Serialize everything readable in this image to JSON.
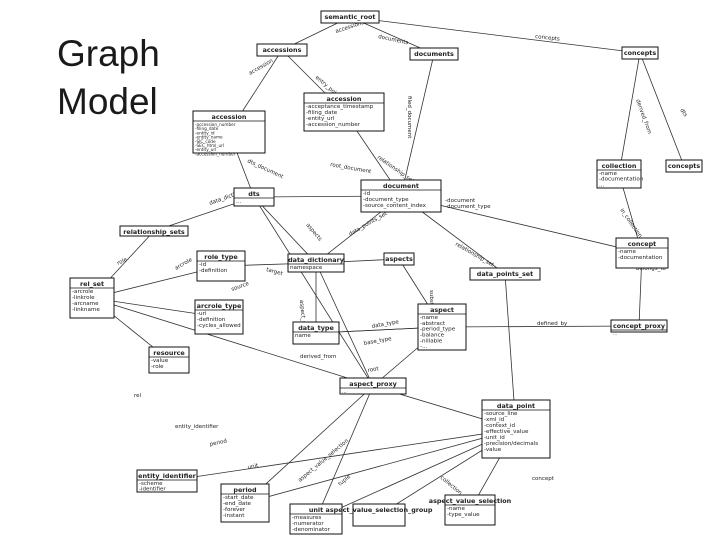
{
  "slide": {
    "title_line1": "Graph",
    "title_line2": "Model"
  },
  "boxes": [
    {
      "id": "semantic_root",
      "header": "semantic_root",
      "attrs": []
    },
    {
      "id": "accessions",
      "header": "accessions",
      "attrs": []
    },
    {
      "id": "documents",
      "header": "documents",
      "attrs": []
    },
    {
      "id": "concepts_top",
      "header": "concepts",
      "attrs": []
    },
    {
      "id": "accession1",
      "header": "accession",
      "attrs": [
        "-accession_number",
        "-filing_date",
        "-entity_id",
        "-entity_name",
        "-SIC_code",
        "-SEC_html_url",
        "-entity_url",
        "-accession_number"
      ]
    },
    {
      "id": "accession2",
      "header": "accession",
      "attrs": [
        "-acceptance_timestamp",
        "-filing_date",
        "-entity_url",
        "-accession_number"
      ]
    },
    {
      "id": "concepts_r",
      "header": "concepts",
      "attrs": []
    },
    {
      "id": "collection",
      "header": "collection",
      "attrs": [
        "-name",
        "-documentation",
        "..."
      ]
    },
    {
      "id": "document",
      "header": "document",
      "attrs": [
        "-id",
        "-document_type",
        "-source_content_index"
      ],
      "side_attrs": [
        "-document",
        "-document_type"
      ]
    },
    {
      "id": "dts",
      "header": "dts",
      "attrs": [
        "..."
      ]
    },
    {
      "id": "relationship_sets",
      "header": "relationship_sets",
      "attrs": []
    },
    {
      "id": "role_type",
      "header": "role_type",
      "attrs": [
        "-id",
        "-definition"
      ]
    },
    {
      "id": "data_dictionary",
      "header": "data_dictionary",
      "attrs": [
        "namespace"
      ]
    },
    {
      "id": "aspects",
      "header": "aspects",
      "attrs": []
    },
    {
      "id": "data_points_set",
      "header": "data_points_set",
      "attrs": []
    },
    {
      "id": "concept",
      "header": "concept",
      "attrs": [
        "-name",
        "-documentation"
      ]
    },
    {
      "id": "rel_set",
      "header": "rel_set",
      "attrs": [
        "-arcrole",
        "-linkrole",
        "-arcname",
        "-linkname"
      ]
    },
    {
      "id": "arcrole_type",
      "header": "arcrole_type",
      "attrs": [
        "-uri",
        "-definition",
        "-cycles_allowed"
      ]
    },
    {
      "id": "aspect",
      "header": "aspect",
      "attrs": [
        "-name",
        "-abstract",
        "-period_type",
        "-balance",
        "-nillable",
        "-..."
      ]
    },
    {
      "id": "data_type",
      "header": "data_type",
      "attrs": [
        "name"
      ]
    },
    {
      "id": "concept_proxy",
      "header": "concept_proxy",
      "attrs": [
        "..."
      ]
    },
    {
      "id": "resource",
      "header": "resource",
      "attrs": [
        "-value",
        "-role"
      ]
    },
    {
      "id": "aspect_proxy",
      "header": "aspect_proxy",
      "attrs": [
        "..."
      ]
    },
    {
      "id": "data_point",
      "header": "data_point",
      "attrs": [
        "-source_line",
        "-xml_id",
        "-context_id",
        "-effective_value",
        "-unit_id",
        "-precision/decimals",
        "-value"
      ]
    },
    {
      "id": "entity_identifier",
      "header": "entity_identifier",
      "attrs": [
        "-scheme",
        "-identifier"
      ]
    },
    {
      "id": "period",
      "header": "period",
      "attrs": [
        "-start_date",
        "-end_date",
        "-forever",
        "-instant"
      ]
    },
    {
      "id": "unit",
      "header": "unit",
      "attrs": [
        "-measures",
        "-numerator",
        "-denominator"
      ]
    },
    {
      "id": "aspect_value_selection",
      "header": "aspect_value_selection_group",
      "attrs": []
    },
    {
      "id": "aspect_value_selection2",
      "header": "aspect_value_selection",
      "attrs": [
        "-name",
        "-type_value"
      ]
    }
  ],
  "edge_labels": [
    "accessions",
    "documents",
    "concepts",
    "accession",
    "entry_point",
    "filed_document",
    "derived_from",
    "dts",
    "dts_document",
    "root_document",
    "relationship_sets",
    "data_dictionary",
    "aspects",
    "data_points_set",
    "relationship_set",
    "role",
    "arcrole",
    "source",
    "target",
    "aspect_proxy",
    "data_type",
    "base_type",
    "derived_from",
    "substitution_for",
    "defined_by",
    "root",
    "rel",
    "entity_identifier",
    "period",
    "unit",
    "aspect_value_selection",
    "tuple",
    "collection",
    "concept",
    "in_collection",
    "belongs_to"
  ]
}
